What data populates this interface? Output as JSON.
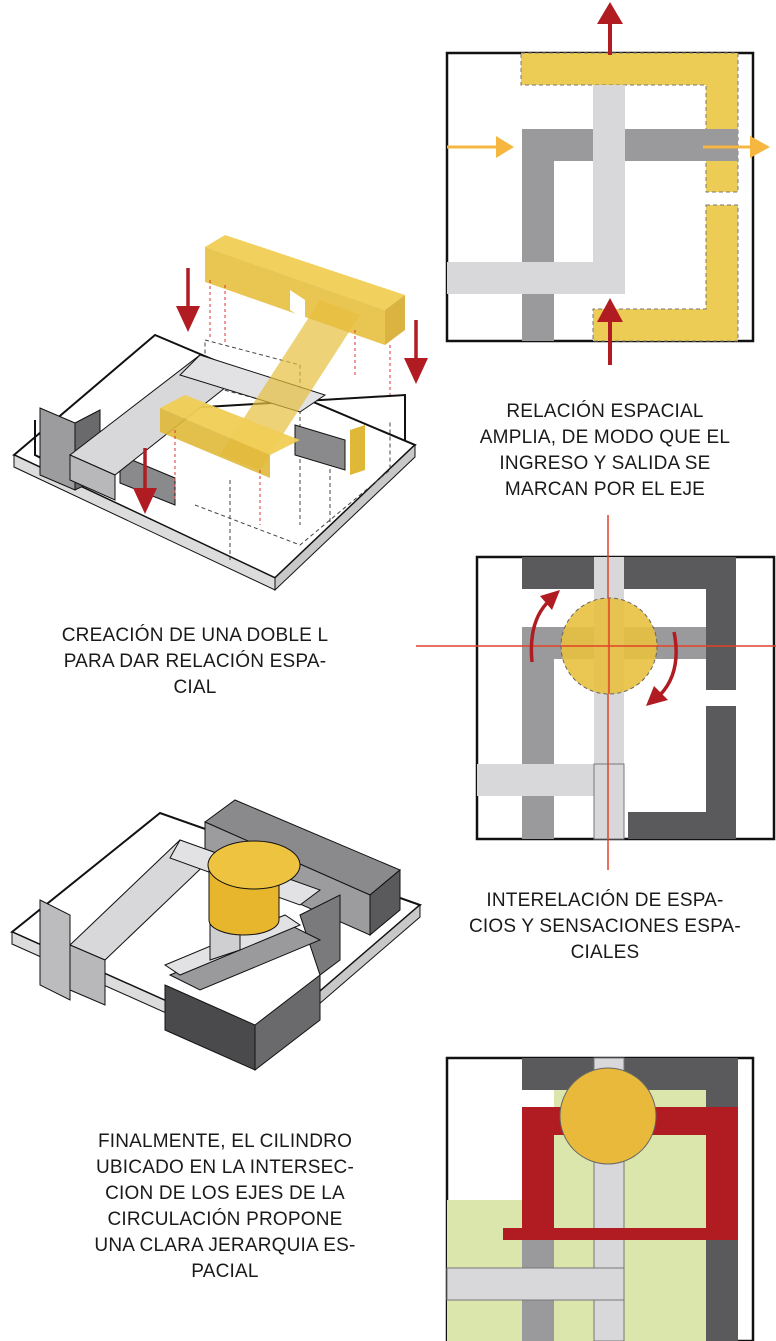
{
  "captions": {
    "relation": "RELACIÓN ESPACIAL\nAMPLIA, DE MODO QUE EL\nINGRESO Y SALIDA SE\nMARCAN POR EL EJE",
    "double_l": "CREACIÓN DE UNA DOBLE L\nPARA DAR RELACIÓN ESPA-\nCIAL",
    "interrelation": "INTERELACIÓN DE ESPA-\nCIOS Y SENSACIONES ESPA-\nCIALES",
    "cylinder": "FINALMENTE, EL CILINDRO\nUBICADO EN LA INTERSEC-\nCION DE LOS EJES DE LA\nCIRCULACIÓN PROPONE\nUNA CLARA JERARQUIA ES-\nPACIAL"
  },
  "colors": {
    "yellow": "#e8c040",
    "light_gray": "#d6d6d8",
    "mid_gray": "#9a9a9c",
    "dark_gray": "#5a5a5c",
    "red": "#b01c22",
    "orange_arrow": "#f5b740",
    "axis_line": "#e0442a",
    "green_fill": "#dbe6ad"
  },
  "icons": {
    "arrow_up": "arrow-up-icon",
    "arrow_down": "arrow-down-icon",
    "arrow_right": "arrow-right-icon",
    "rotate": "rotate-arrow-icon"
  }
}
